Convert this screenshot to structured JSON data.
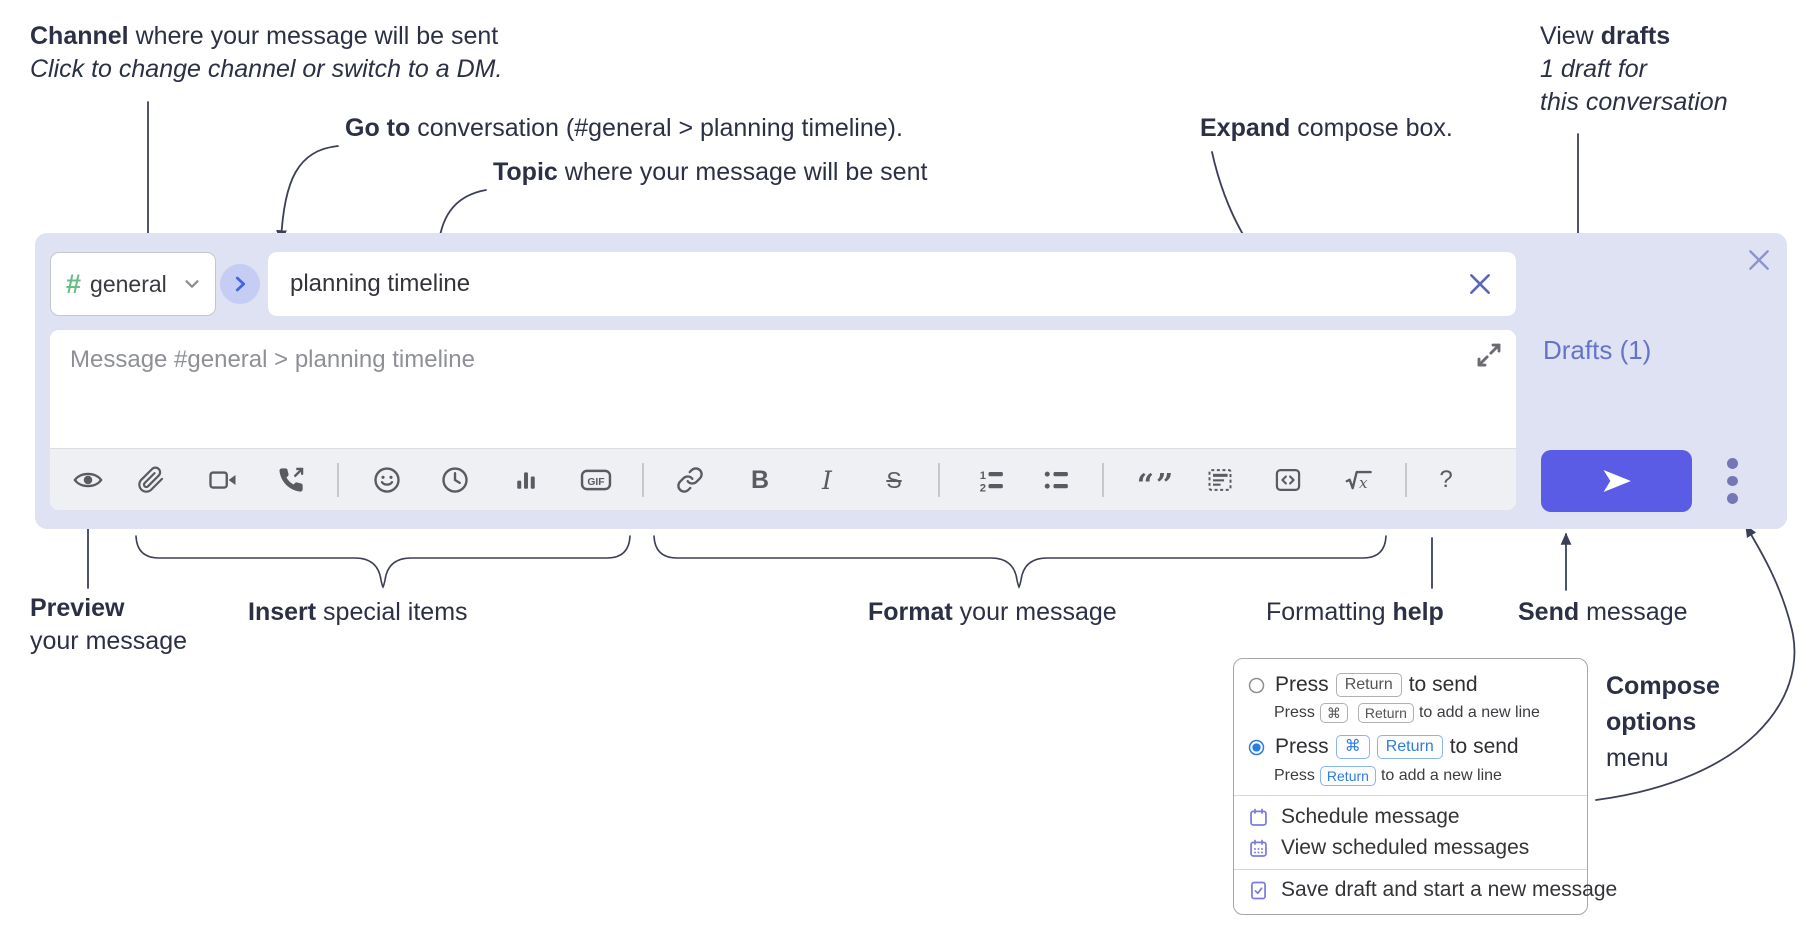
{
  "annotations": {
    "channel": {
      "bold": "Channel",
      "rest": " where your message will be sent",
      "sub": "Click to change channel or switch to a DM."
    },
    "goto": {
      "bold": "Go to",
      "rest": " conversation (#general > planning timeline)."
    },
    "topic": {
      "bold": "Topic",
      "rest": " where your message will be sent"
    },
    "expand": {
      "bold": "Expand",
      "rest": " compose box."
    },
    "drafts": {
      "pre": "View ",
      "bold": "drafts",
      "sub1": "1 draft for",
      "sub2": "this conversation"
    },
    "preview": {
      "bold": "Preview",
      "sub": "your message"
    },
    "insert": {
      "bold": "Insert",
      "rest": " special items"
    },
    "format": {
      "bold": "Format",
      "rest": " your message"
    },
    "help": {
      "pre": "Formatting ",
      "bold": "help"
    },
    "send": {
      "bold": "Send",
      "rest": " message"
    },
    "compose_options": {
      "bold1": "Compose",
      "bold2": "options",
      "rest": "menu"
    }
  },
  "compose": {
    "channel": {
      "hash": "#",
      "name": "general"
    },
    "topic_value": "planning timeline",
    "message_placeholder": "Message #general > planning timeline",
    "drafts_link": "Drafts (1)",
    "toolbar_glyphs": {
      "gif": "GIF",
      "bold": "B",
      "italic": "I",
      "strike": "S",
      "ol1": "1",
      "ol2": "2",
      "quote": "“”",
      "math_x": "x",
      "help": "?"
    },
    "icons": [
      "preview-eye",
      "attach-paperclip",
      "video-call",
      "voice-call",
      "emoji",
      "time",
      "poll",
      "gif",
      "link",
      "bold",
      "italic",
      "strikethrough",
      "numbered-list",
      "bulleted-list",
      "quote",
      "spoiler",
      "code",
      "math",
      "question-help",
      "expand-diagonal",
      "send-plane",
      "vertical-dots",
      "close-x",
      "clear-topic-x",
      "chevron-down",
      "go-chevron",
      "calendar",
      "calendar-grid",
      "save-draft-doc"
    ]
  },
  "options_menu": {
    "opt1": {
      "press": "Press",
      "key": "Return",
      "suffix": "to send"
    },
    "opt1_sub": {
      "press": "Press",
      "key1": "⌘",
      "key2": "Return",
      "suffix": "to add a new line"
    },
    "opt2": {
      "press": "Press",
      "key1": "⌘",
      "key2": "Return",
      "suffix": "to send"
    },
    "opt2_sub": {
      "press": "Press",
      "key": "Return",
      "suffix": "to add a new line"
    },
    "items": [
      {
        "label": "Schedule message"
      },
      {
        "label": "View scheduled messages"
      },
      {
        "label": "Save draft and start a new message"
      }
    ]
  },
  "colors": {
    "accent_send": "#5b5ce6",
    "compose_bg": "#dfe2f2",
    "drafts_link": "#6674c7",
    "key_blue": "#2e7de0",
    "radio_selected": "#2b7ce0",
    "channel_hash_green": "#67bd85",
    "annotation_text": "#2c3044"
  }
}
